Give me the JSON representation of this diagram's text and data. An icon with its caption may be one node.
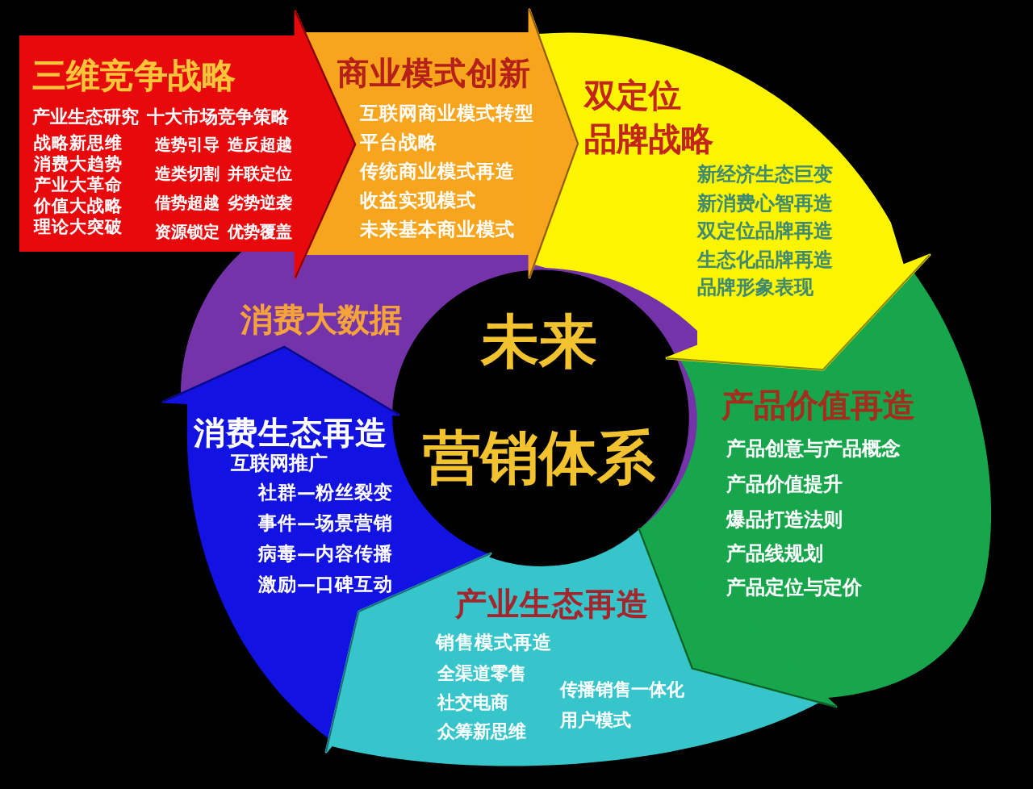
{
  "diagram": {
    "nodes": [
      {
        "text": [
          "三维竞争战略",
          "产业生态研究",
          "战略新思维",
          "消费大趋势",
          "产业大革命",
          "价值大战略",
          "理论大突破",
          "十大市场竞争策略",
          "造势引导",
          "造反超越",
          "造类切割",
          "并联定位",
          "借势超越",
          "劣势逆袭",
          "资源锁定",
          "优势覆盖"
        ]
      },
      {
        "text": [
          "商业模式创新",
          "互联网商业模式转型",
          "平台战略",
          "传统商业模式再造",
          "收益实现模式",
          "未来基本商业模式"
        ]
      },
      {
        "text": [
          "双定位品牌战略",
          "新经济生态巨变",
          "新消费心智再造",
          "双定位品牌再造",
          "生态化品牌再造",
          "品牌形象表现"
        ]
      },
      {
        "text": [
          "产品价值再造",
          "产品创意与产品概念",
          "产品价值提升",
          "爆品打造法则",
          "产品线规划",
          "产品定位与定价"
        ]
      },
      {
        "text": [
          "产业生态再造",
          "销售模式再造",
          "全渠道零售",
          "社交电商",
          "众筹新思维",
          "传播销售一体化",
          "用户模式"
        ]
      },
      {
        "text": [
          "消费生态再造",
          "互联网推广",
          "社群—粉丝裂变",
          "事件—场景营销",
          "病毒—内容传播",
          "激励—口碑互动"
        ]
      },
      {
        "text": [
          "消费大数据"
        ]
      },
      {
        "text": [
          "未来营销体系"
        ]
      }
    ],
    "edges": [
      {
        "from": 0,
        "to": 1,
        "arrow": "to",
        "color": "#e8090c"
      },
      {
        "from": 1,
        "to": 2,
        "arrow": "to",
        "color": "#f7a51c"
      },
      {
        "from": 2,
        "to": 3,
        "arrow": "to",
        "color": "#fdf500"
      },
      {
        "from": 3,
        "to": 4,
        "arrow": "to",
        "color": "#17a64b"
      },
      {
        "from": 4,
        "to": 5,
        "arrow": "to",
        "color": "#35c5cb"
      },
      {
        "from": 5,
        "to": 6,
        "arrow": "to",
        "color": "#1212e2"
      }
    ]
  }
}
